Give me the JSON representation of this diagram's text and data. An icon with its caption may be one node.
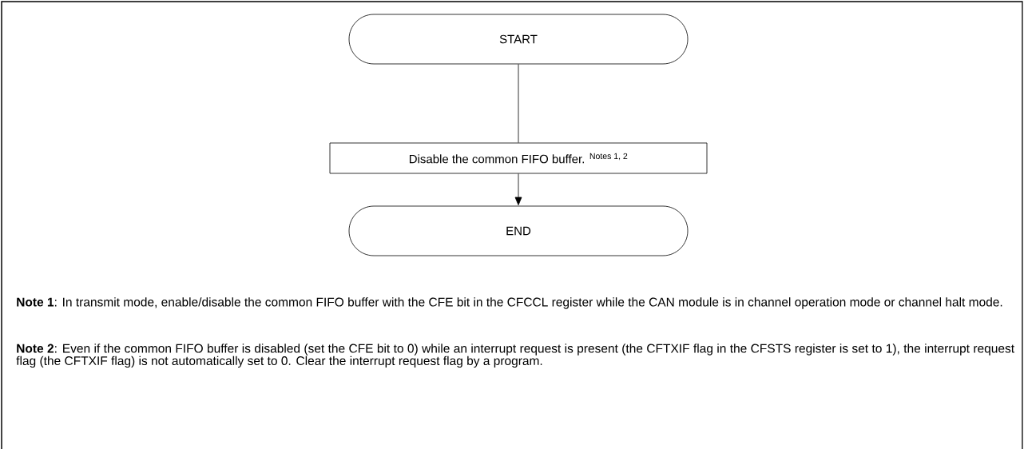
{
  "diagram": {
    "nodes": [
      {
        "text": [
          "START"
        ]
      },
      {
        "text": [
          "Disable the common FIFO buffer. $^{Notes 1, 2}$"
        ]
      },
      {
        "text": [
          "END"
        ]
      }
    ],
    "edges": [
      {
        "from": 0,
        "to": 1,
        "arrow": "none"
      },
      {
        "from": 1,
        "to": 2,
        "arrow": "to"
      }
    ],
    "labels": [
      "**Note 1**: In transmit mode, enable/disable the common FIFO buffer with the CFE bit in the CFCCL register while the CAN module is in channel operation mode or channel halt mode.",
      "**Note 2**: Even if the common FIFO buffer is disabled (set the CFE bit to 0) while an interrupt request is present (the CFTXIF flag in the CFSTS register is set to 1), the interrupt request flag (the CFTXIF flag) is not automatically set to 0. Clear the interrupt request flag by a program."
    ]
  }
}
